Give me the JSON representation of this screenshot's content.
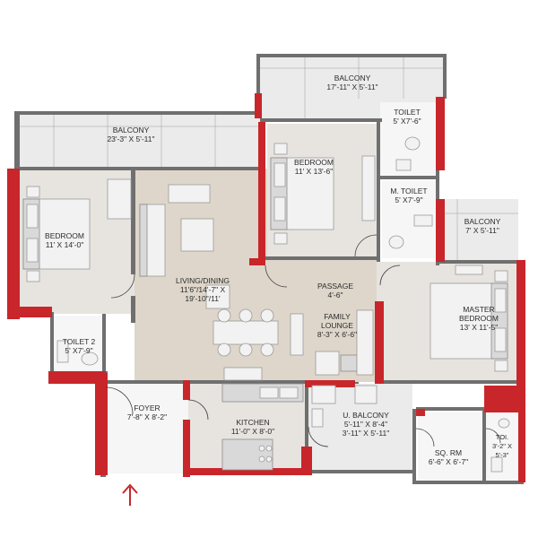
{
  "rooms": {
    "balcony_top": {
      "name": "BALCONY",
      "size": "17'-11\" X 5'-11\""
    },
    "balcony_left": {
      "name": "BALCONY",
      "size": "23'-3\" X 5'-11\""
    },
    "toilet_top": {
      "name": "TOILET",
      "size": "5' X7'-6\""
    },
    "bedroom_center": {
      "name": "BEDROOM",
      "size": "11' X 13'-6\""
    },
    "bedroom_left": {
      "name": "BEDROOM",
      "size": "11' X 14'-0\""
    },
    "m_toilet": {
      "name": "M. TOILET",
      "size": "5' X7'-9\""
    },
    "balcony_right": {
      "name": "BALCONY",
      "size": "7' X 5'-11\""
    },
    "living_dining": {
      "name": "LIVING/DINING",
      "size_line1": "11'6\"/14'-7\" X",
      "size_line2": "19'-10\"/11'"
    },
    "passage": {
      "name": "PASSAGE",
      "size": "4'-6\""
    },
    "master_bedroom": {
      "name_line1": "MASTER",
      "name_line2": "BEDROOM",
      "size": "13' X 11'-5\""
    },
    "family_lounge": {
      "name_line1": "FAMILY",
      "name_line2": "LOUNGE",
      "size": "8'-3\" X 6'-6\""
    },
    "toilet2": {
      "name": "TOILET 2",
      "size": "5' X7'-9\""
    },
    "foyer": {
      "name": "FOYER",
      "size": "7'-8\" X 8'-2\""
    },
    "kitchen": {
      "name": "KITCHEN",
      "size": "11'-0\" X 8'-0\""
    },
    "u_balcony": {
      "name": "U. BALCONY",
      "size_line1": "5'-11\" X 8'-4\"",
      "size_line2": "3'-11\" X 5'-11\""
    },
    "sq_rm": {
      "name": "SQ. RM",
      "size": "6'-6\" X 6'-7\""
    },
    "toi": {
      "name": "TOI.",
      "size_line1": "3'-2\" X",
      "size_line2": "5'-3\""
    }
  },
  "entrance": {
    "icon": "entry-arrow-icon"
  },
  "colors": {
    "wall_accent": "#c8262b",
    "wall": "#6f6f6f",
    "floor": "#e7e4df"
  }
}
